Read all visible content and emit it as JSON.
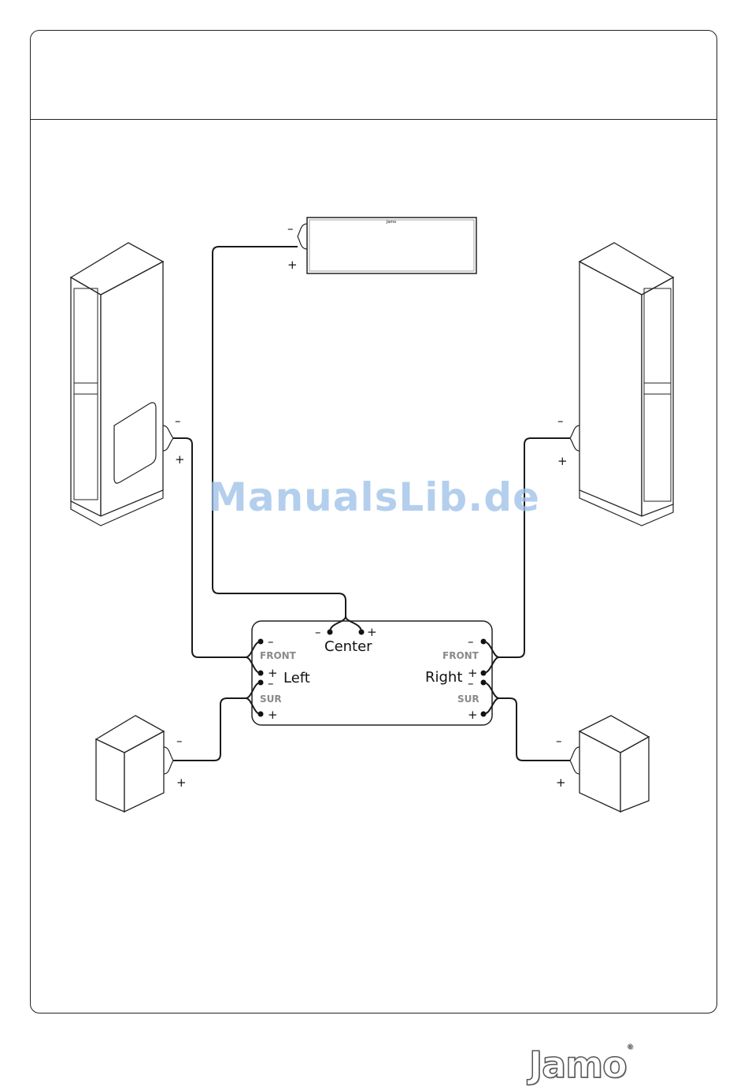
{
  "receiver": {
    "center_label": "Center",
    "front_left_label": "FRONT",
    "front_right_label": "FRONT",
    "left_label": "Left",
    "right_label": "Right",
    "sur_left_label": "SUR",
    "sur_right_label": "SUR"
  },
  "terminals": {
    "minus": "–",
    "plus": "+"
  },
  "center_speaker": {
    "logo_text": "Jamo"
  },
  "watermark": {
    "text": "ManualsLib.de"
  },
  "brand": {
    "logo_text": "Jamo",
    "registered": "®"
  },
  "colors": {
    "line": "#1a1a1a",
    "grey_label": "#8a8a8a",
    "watermark": "#9bbfe8"
  }
}
